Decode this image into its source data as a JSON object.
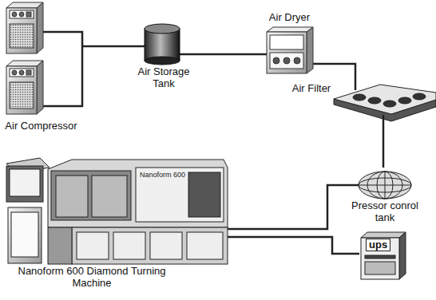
{
  "diagram": {
    "nodes": [
      {
        "text": [
          "Air Compressor"
        ]
      },
      {
        "text": [
          "Air Storage Tank"
        ]
      },
      {
        "text": [
          "Air Dryer"
        ]
      },
      {
        "text": [
          "Air Filter"
        ]
      },
      {
        "text": [
          "Pressor conrol tank"
        ]
      },
      {
        "text": [
          "ups"
        ]
      },
      {
        "text": [
          "Nanoform 600 Diamond Turning Machine",
          "Nanoform 600"
        ]
      }
    ],
    "edges": [
      {
        "from": 0,
        "to": 1,
        "arrow": "none"
      },
      {
        "from": 1,
        "to": 2,
        "arrow": "none"
      },
      {
        "from": 2,
        "to": 3,
        "arrow": "none"
      },
      {
        "from": 3,
        "to": 4,
        "arrow": "none"
      },
      {
        "from": 4,
        "to": 6,
        "arrow": "none"
      },
      {
        "from": 5,
        "to": 6,
        "arrow": "none"
      }
    ]
  }
}
